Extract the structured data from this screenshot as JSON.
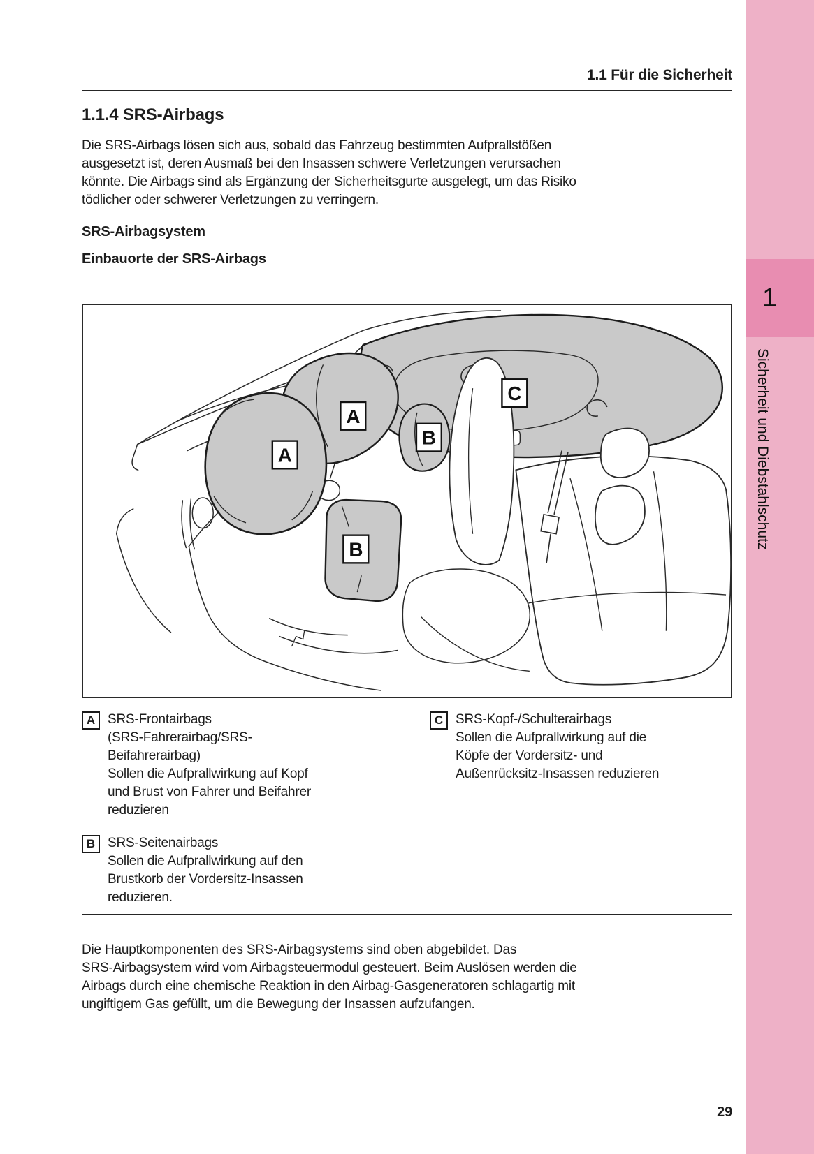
{
  "header": {
    "section_title": "1.1 Für die Sicherheit"
  },
  "content": {
    "heading": "1.1.4 SRS-Airbags",
    "intro": "Die SRS-Airbags lösen sich aus, sobald das Fahrzeug bestimmten Aufprallstößen\nausgesetzt ist, deren Ausmaß bei den Insassen schwere Verletzungen verursachen\nkönnte. Die Airbags sind als Ergänzung der Sicherheitsgurte ausgelegt, um das Risiko\ntödlicher oder schwerer Verletzungen zu verringern.",
    "subheading1": "SRS-Airbagsystem",
    "subheading2": "Einbauorte der SRS-Airbags",
    "closing": "Die Hauptkomponenten des SRS-Airbagsystems sind oben abgebildet. Das\nSRS-Airbagsystem wird vom Airbagsteuermodul gesteuert. Beim Auslösen werden die\nAirbags durch eine chemische Reaktion in den Airbag-Gasgeneratoren schlagartig mit\nungiftigem Gas gefüllt, um die Bewegung der Insassen aufzufangen."
  },
  "diagram": {
    "labels": {
      "driver_front": "A",
      "passenger_front": "A",
      "side_upper": "B",
      "side_lower": "B",
      "curtain": "C"
    }
  },
  "legend": {
    "items": [
      {
        "letter": "A",
        "text": "SRS-Frontairbags\n(SRS-Fahrerairbag/SRS-\nBeifahrerairbag)\nSollen die Aufprallwirkung auf Kopf\nund Brust von Fahrer und Beifahrer\nreduzieren"
      },
      {
        "letter": "B",
        "text": "SRS-Seitenairbags\nSollen die Aufprallwirkung auf den\nBrustkorb der Vordersitz-Insassen\nreduzieren."
      },
      {
        "letter": "C",
        "text": "SRS-Kopf-/Schulterairbags\nSollen die Aufprallwirkung auf die\nKöpfe der Vordersitz- und\nAußenrücksitz-Insassen reduzieren"
      }
    ]
  },
  "sidebar": {
    "chapter_number": "1",
    "chapter_title": "Sicherheit und Diebstahlschutz"
  },
  "footer": {
    "page_number": "29"
  },
  "colors": {
    "sidebar_light": "#eeb1c7",
    "sidebar_dark": "#e88db1",
    "airbag_fill": "#c9c9c9",
    "ink": "#1d1d1d"
  }
}
